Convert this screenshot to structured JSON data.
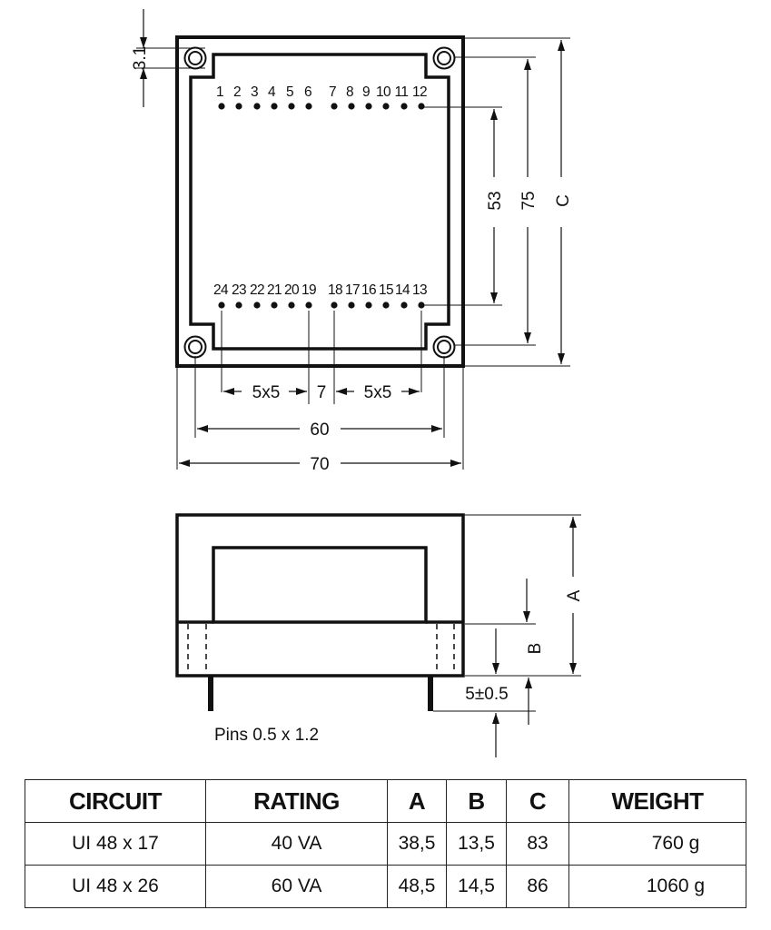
{
  "top_view": {
    "pins_top": [
      "1",
      "2",
      "3",
      "4",
      "5",
      "6",
      "7",
      "8",
      "9",
      "10",
      "11",
      "12"
    ],
    "pins_bottom": [
      "24",
      "23",
      "22",
      "21",
      "20",
      "19",
      "18",
      "17",
      "16",
      "15",
      "14",
      "13"
    ],
    "dim_hole_offset": "3.1",
    "dim_pin_rows": "53",
    "dim_hole_spacing_v": "75",
    "dim_height": "C",
    "dim_pitch_left": "5x5",
    "dim_gap": "7",
    "dim_pitch_right": "5x5",
    "dim_hole_spacing_h": "60",
    "dim_width": "70"
  },
  "side_view": {
    "dim_total_height": "A",
    "dim_lower_height": "B",
    "dim_pin_length": "5±0.5",
    "pins_note": "Pins 0.5 x 1.2"
  },
  "table": {
    "headers": [
      "CIRCUIT",
      "RATING",
      "A",
      "B",
      "C",
      "WEIGHT"
    ],
    "rows": [
      [
        "UI 48 x 17",
        "40 VA",
        "38,5",
        "13,5",
        "83",
        "760 g"
      ],
      [
        "UI 48 x 26",
        "60 VA",
        "48,5",
        "14,5",
        "86",
        "1060 g"
      ]
    ]
  }
}
